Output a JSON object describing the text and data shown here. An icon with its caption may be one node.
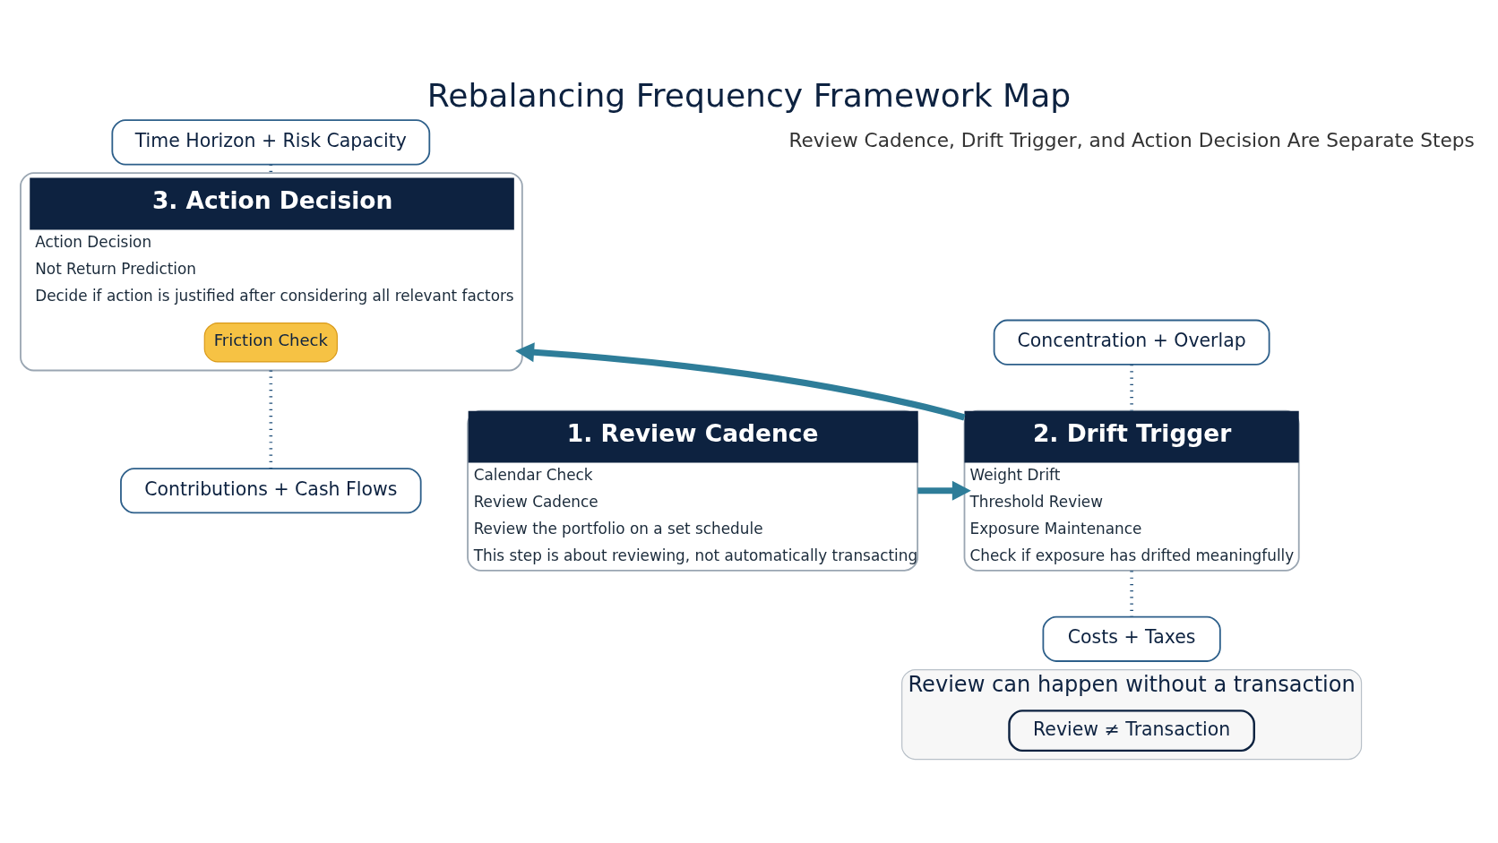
{
  "diagram": {
    "title": "Rebalancing Frequency Framework Map",
    "nodes": [
      {
        "text": [
          "Concentration + Overlap"
        ]
      },
      {
        "text": [
          "Time Horizon + Risk Capacity"
        ]
      },
      {
        "text": [
          "1. Review Cadence",
          "Calendar Check",
          "Review Cadence",
          "Review the portfolio on a set schedule",
          "This step is about reviewing, not automatically transacting"
        ]
      },
      {
        "text": [
          "2. Drift Trigger",
          "Weight Drift",
          "Threshold Review",
          "Exposure Maintenance",
          "Check if exposure has drifted meaningfully"
        ]
      },
      {
        "text": [
          "3. Action Decision",
          "Action Decision",
          "Not Return Prediction",
          "Decide if action is justified after considering all relevant factors"
        ]
      },
      {
        "text": [
          "Friction Check"
        ],
        "in": 4
      },
      {
        "text": [
          "Costs + Taxes"
        ]
      },
      {
        "text": [
          "Contributions + Cash Flows"
        ]
      },
      {
        "text": [
          "Review can happen without a transaction"
        ]
      },
      {
        "text": [
          "Review ≠ Transaction"
        ],
        "in": 8
      }
    ],
    "edges": [
      {
        "from": 2,
        "to": 3,
        "arrow": "to",
        "style": "thick"
      },
      {
        "from": 3,
        "to": 4,
        "arrow": "to",
        "style": "thick"
      },
      {
        "from": 0,
        "to": 3,
        "arrow": "none",
        "style": "dashed"
      },
      {
        "from": 1,
        "to": 4,
        "arrow": "none",
        "style": "dashed"
      },
      {
        "from": 3,
        "to": 6,
        "arrow": "none",
        "style": "dashed"
      },
      {
        "from": 4,
        "to": 7,
        "arrow": "none",
        "style": "dashed"
      }
    ],
    "labels": [
      "Review Cadence, Drift Trigger, and Action Decision Are Separate Steps"
    ]
  }
}
